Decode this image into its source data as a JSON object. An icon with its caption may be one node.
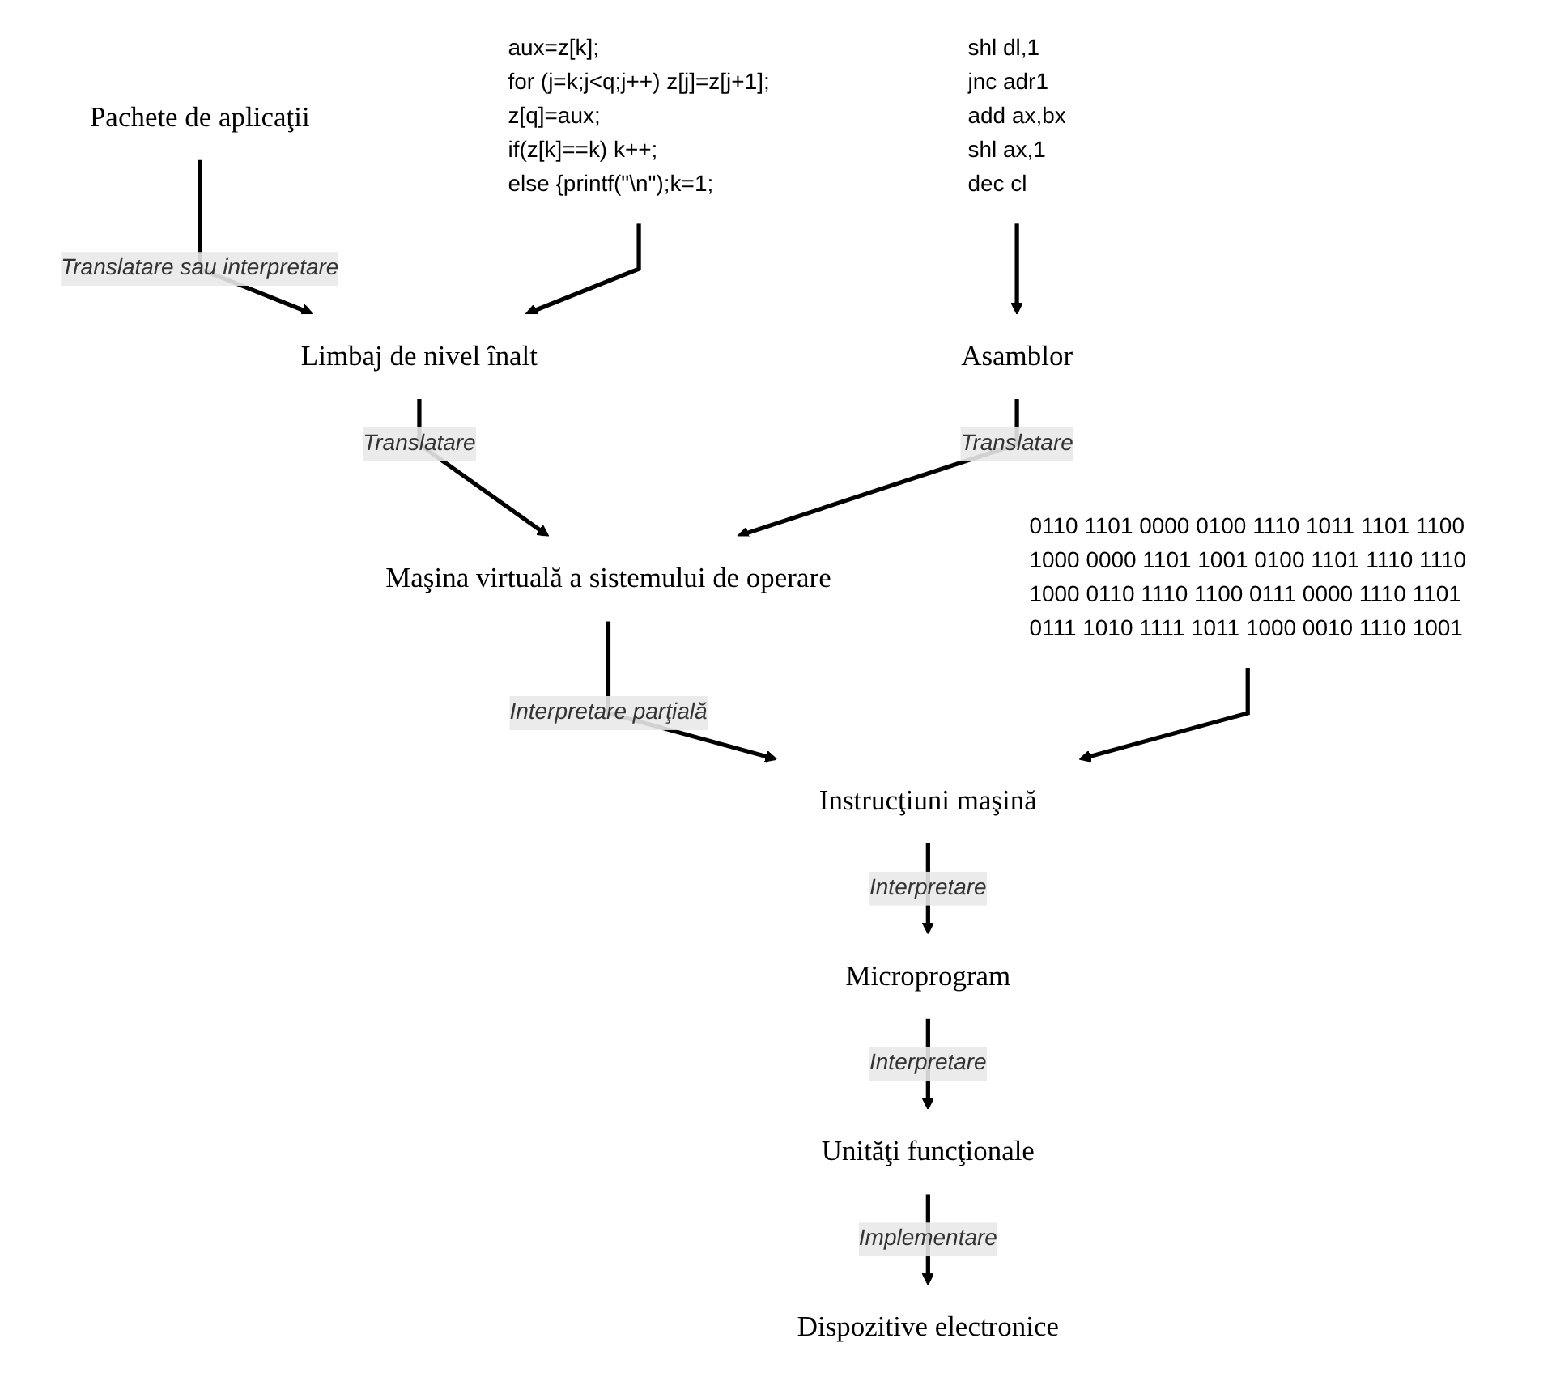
{
  "diagram": {
    "nodes": [
      {
        "text": [
          "Pachete de aplicaţii"
        ]
      },
      {
        "text": [
          "Limbaj de nivel înalt"
        ]
      },
      {
        "text": [
          "Asamblor"
        ]
      },
      {
        "text": [
          "Maşina virtuală a sistemului de operare"
        ]
      },
      {
        "text": [
          "Instrucţiuni maşină"
        ]
      },
      {
        "text": [
          "Microprogram"
        ]
      },
      {
        "text": [
          "Unităţi funcţionale"
        ]
      },
      {
        "text": [
          "Dispozitive electronice"
        ]
      },
      {
        "text": [
          "aux=z[k];",
          "for (j=k;j<q;j++)  z[j]=z[j+1];",
          "z[q]=aux;",
          "if(z[k]==k) k++;",
          "else {printf(\"\\n\");k=1;"
        ]
      },
      {
        "text": [
          "shl dl,1",
          "jnc adr1",
          "add ax,bx",
          "shl ax,1",
          "dec cl"
        ]
      },
      {
        "text": [
          "0110 1101 0000 0100 1110 1011 1101 1100",
          "1000 0000 1101 1001 0100 1101 1110 1110",
          "1000 0110 1110 1100 0111 0000 1110 1101",
          "0111 1010 1111 1011 1000 0010 1110 1001"
        ]
      }
    ],
    "edges": [
      {
        "from": 0,
        "to": 1,
        "arrow": "to",
        "label": "Translatare sau interpretare"
      },
      {
        "from": 1,
        "to": 3,
        "arrow": "to",
        "label": "Translatare"
      },
      {
        "from": 2,
        "to": 3,
        "arrow": "to",
        "label": "Translatare"
      },
      {
        "from": 3,
        "to": 4,
        "arrow": "to",
        "label": "Interpretare parţială"
      },
      {
        "from": 4,
        "to": 5,
        "arrow": "to",
        "label": "Interpretare"
      },
      {
        "from": 5,
        "to": 6,
        "arrow": "to",
        "label": "Interpretare"
      },
      {
        "from": 6,
        "to": 7,
        "arrow": "to",
        "label": "Implementare"
      },
      {
        "from": 8,
        "to": 1,
        "arrow": "to"
      },
      {
        "from": 9,
        "to": 2,
        "arrow": "to"
      },
      {
        "from": 10,
        "to": 4,
        "arrow": "to"
      }
    ]
  }
}
